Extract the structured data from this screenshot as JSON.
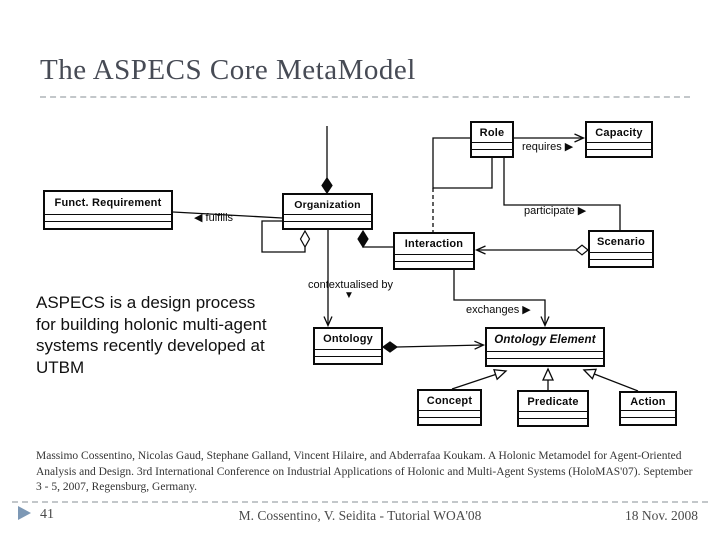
{
  "slide": {
    "title": "The ASPECS Core MetaModel",
    "body_text": "ASPECS is a design process for building holonic multi-agent systems recently developed at UTBM",
    "citation": "Massimo Cossentino, Nicolas Gaud, Stephane Galland, Vincent Hilaire, and Abderrafaa Koukam. A Holonic Metamodel for Agent-Oriented Analysis and Design. 3rd International Conference on Industrial Applications of Holonic and Multi-Agent Systems (HoloMAS'07). September 3 - 5, 2007, Regensburg, Germany.",
    "footer": {
      "page_number": "41",
      "center": "M. Cossentino, V. Seidita - Tutorial WOA'08",
      "date": "18 Nov. 2008"
    }
  },
  "diagram": {
    "classes": {
      "funct_requirement": {
        "label": "Funct. Requirement"
      },
      "organization": {
        "label": "Organization"
      },
      "role": {
        "label": "Role"
      },
      "capacity": {
        "label": "Capacity"
      },
      "interaction": {
        "label": "Interaction"
      },
      "scenario": {
        "label": "Scenario"
      },
      "ontology": {
        "label": "Ontology"
      },
      "ontology_element": {
        "label": "Ontology Element"
      },
      "concept": {
        "label": "Concept"
      },
      "predicate": {
        "label": "Predicate"
      },
      "action": {
        "label": "Action"
      }
    },
    "edge_labels": {
      "requires": "requires ▶",
      "participate": "participate ▶",
      "fulfills": "◀ fulfills",
      "contextualised_by": "contextualised by",
      "contextualised_glyph": "▼",
      "exchanges": "exchanges ▶"
    }
  },
  "colors": {
    "title_text": "#474b55",
    "accent_arrow": "#7d98b5",
    "dashed_rule": "#c3c7ca",
    "diagram_line": "#0a0a0a"
  }
}
